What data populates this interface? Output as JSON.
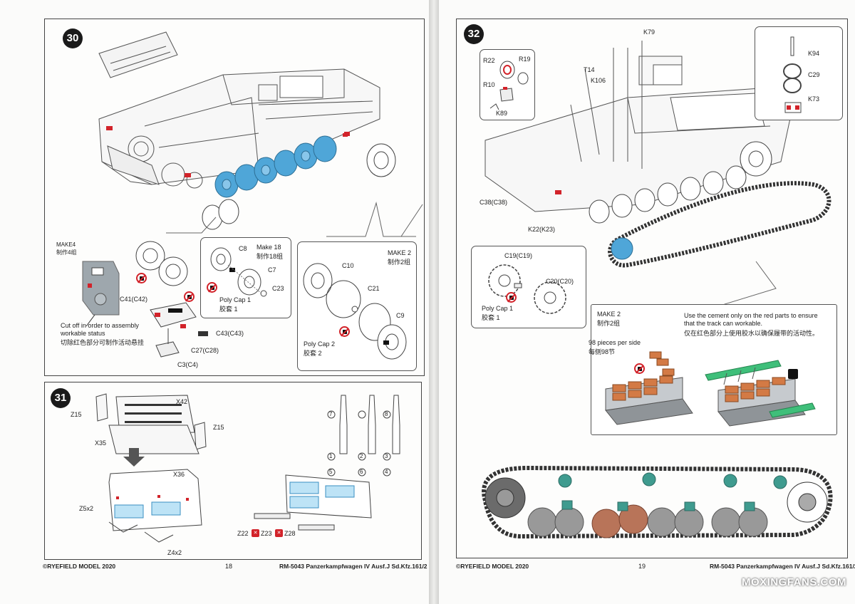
{
  "left_page": {
    "step30": {
      "number": "30",
      "make4": "MAKE4",
      "make4_cn": "制作4组",
      "cut_note_1": "Cut off in order to assembly",
      "cut_note_2": "workable status",
      "cut_note_cn": "切除红色部分可制作活动悬挂",
      "labels": {
        "C41": "C41(C42)",
        "C43": "C43(C43)",
        "C27": "C27(C28)",
        "C3": "C3(C4)"
      },
      "make18": {
        "title": "Make 18",
        "title_cn": "制作18组",
        "C8": "C8",
        "C7": "C7",
        "C23": "C23",
        "polycap": "Poly Cap 1",
        "polycap_cn": "胶套 1"
      },
      "make2": {
        "title": "MAKE 2",
        "title_cn": "制作2组",
        "C10": "C10",
        "C21": "C21",
        "C9": "C9",
        "polycap": "Poly Cap 2",
        "polycap_cn": "胶套 2"
      }
    },
    "step31": {
      "number": "31",
      "labels": {
        "Z15a": "Z15",
        "X42": "X42",
        "Z15b": "Z15",
        "X35": "X35",
        "X36": "X36",
        "Z5": "Z5x2",
        "Z4": "Z4x2",
        "Z22": "Z22",
        "Z23": "Z23",
        "Z28": "Z28"
      },
      "ammo_top": [
        "7",
        "8"
      ],
      "ammo_mid": [
        "1",
        "2",
        "3"
      ],
      "ammo_bot": [
        "5",
        "6",
        "4"
      ]
    },
    "footer": {
      "copyright": "©RYEFIELD MODEL 2020",
      "page": "18",
      "title": "RM-5043 Panzerkampfwagen IV Ausf.J Sd.Kfz.161/2"
    }
  },
  "right_page": {
    "step32": {
      "number": "32",
      "labels": {
        "K79": "K79",
        "R22": "R22",
        "R19": "R19",
        "R10": "R10",
        "K89": "K89",
        "T14": "T14",
        "K106": "K106",
        "K94": "K94",
        "C29": "C29",
        "K73": "K73",
        "C38": "C38(C38)",
        "K22": "K22(K23)"
      },
      "sprocket": {
        "C19": "C19(C19)",
        "C20": "C20(C20)",
        "polycap": "Poly Cap 1",
        "polycap_cn": "胶套 1"
      },
      "tracks": {
        "make": "MAKE 2",
        "make_cn": "制作2组",
        "pieces": "98 pieces per side",
        "pieces_cn": "每侧98节",
        "note_1": "Use the cement only on the red parts to ensure",
        "note_2": "that the track can workable.",
        "note_cn": "仅在红色部分上使用胶水以确保履带的活动性。"
      }
    },
    "footer": {
      "copyright": "©RYEFIELD MODEL 2020",
      "page": "19",
      "title": "RM-5043 Panzerkampfwagen IV Ausf.J Sd.Kfz.161/2"
    },
    "watermark": "MOXINGFANS.COM"
  },
  "colors": {
    "blue_parts": "#4fa6d8",
    "red_parts": "#d2232a",
    "track_orange": "#d37a45",
    "sprue_green": "#3fbf7a",
    "teal_parts": "#3f9b8f"
  }
}
